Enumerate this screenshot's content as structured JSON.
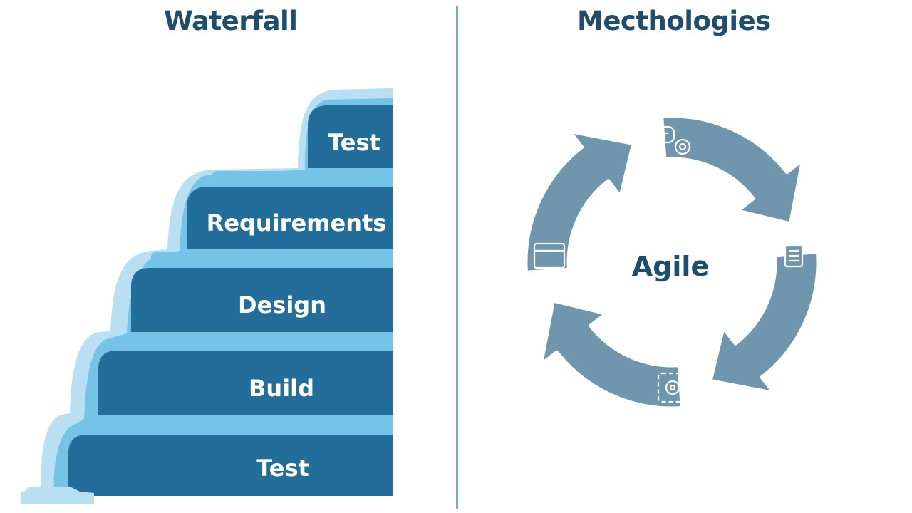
{
  "waterfall": {
    "title": "Waterfall",
    "steps": [
      {
        "label": "Test"
      },
      {
        "label": "Requirements"
      },
      {
        "label": "Design"
      },
      {
        "label": "Build"
      },
      {
        "label": "Test"
      }
    ]
  },
  "agile": {
    "title": "Mecthologies",
    "center_label": "Agile",
    "icons": [
      "chat-gear-icon",
      "documents-icon",
      "puzzle-gear-icon",
      "tablet-icon"
    ]
  },
  "colors": {
    "title": "#1e4d6e",
    "step_fill": "#236d9b",
    "water_light": "#74c4e8",
    "water_pale": "#b9dff2",
    "cycle_arrow": "#6f96ad"
  }
}
